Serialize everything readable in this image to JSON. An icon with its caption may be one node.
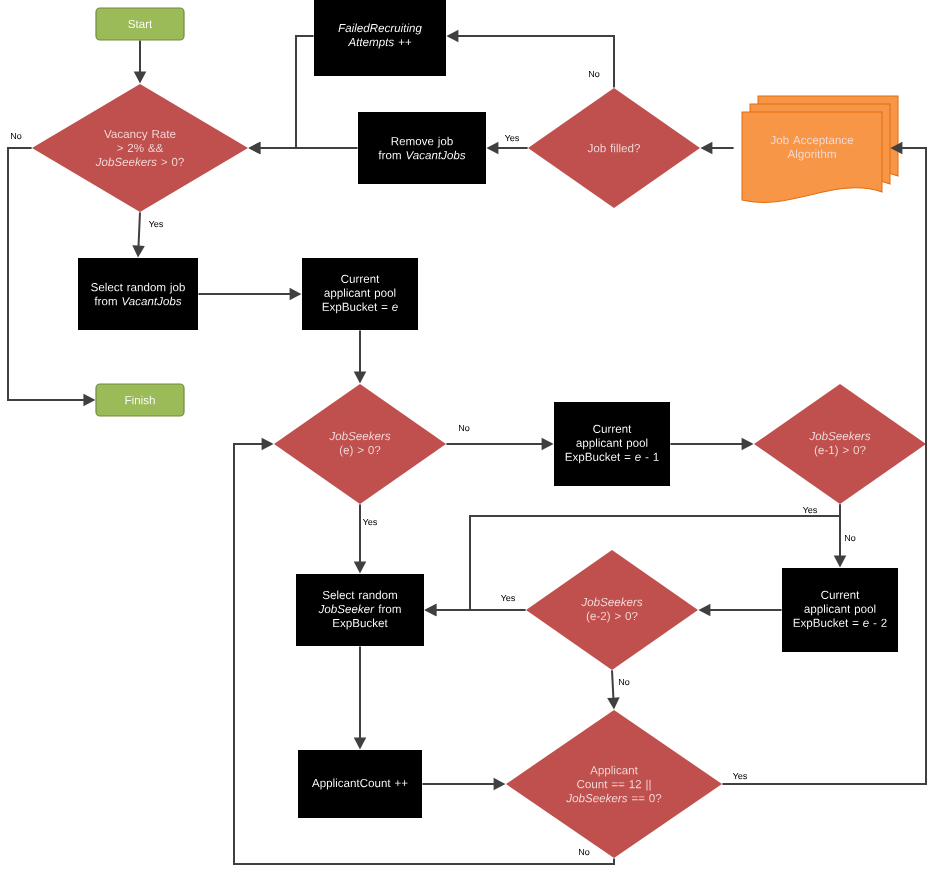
{
  "diagram": {
    "nodes": [
      {
        "text": [
          "Start"
        ]
      },
      {
        "text": [
          "Vacancy Rate > 2% && *JobSeekers* > 0?"
        ]
      },
      {
        "text": [
          "FailedRecruiting Attempts ++"
        ]
      },
      {
        "text": [
          "Remove job from *VacantJobs*"
        ]
      },
      {
        "text": [
          "Job filled?"
        ]
      },
      {
        "text": [
          "Job Acceptance Algorithm"
        ]
      },
      {
        "text": [
          "Select random job from *VacantJobs*"
        ]
      },
      {
        "text": [
          "Current applicant pool ExpBucket = *e*"
        ]
      },
      {
        "text": [
          "Finish"
        ]
      },
      {
        "text": [
          "*JobSeekers* (e) > 0?"
        ]
      },
      {
        "text": [
          "Current applicant pool ExpBucket = *e* - 1"
        ]
      },
      {
        "text": [
          "*JobSeekers* (e-1) > 0?"
        ]
      },
      {
        "text": [
          "Select random *JobSeeker* from ExpBucket"
        ]
      },
      {
        "text": [
          "*JobSeekers* (e-2) > 0?"
        ]
      },
      {
        "text": [
          "Current applicant pool ExpBucket = *e* - 2"
        ]
      },
      {
        "text": [
          "ApplicantCount ++"
        ]
      },
      {
        "text": [
          "Applicant Count == 12 || *JobSeekers* == 0?"
        ]
      }
    ],
    "edges": [
      {
        "from": 0,
        "to": 1,
        "arrow": "to"
      },
      {
        "from": 1,
        "to": 6,
        "arrow": "to",
        "label": "Yes"
      },
      {
        "from": 1,
        "to": 8,
        "arrow": "to",
        "label": "No"
      },
      {
        "from": 2,
        "to": 1,
        "arrow": "to"
      },
      {
        "from": 3,
        "to": 1,
        "arrow": "to"
      },
      {
        "from": 4,
        "to": 3,
        "arrow": "to",
        "label": "Yes"
      },
      {
        "from": 4,
        "to": 2,
        "arrow": "to",
        "label": "No"
      },
      {
        "from": 5,
        "to": 4,
        "arrow": "to"
      },
      {
        "from": 6,
        "to": 7,
        "arrow": "to"
      },
      {
        "from": 7,
        "to": 9,
        "arrow": "to"
      },
      {
        "from": 9,
        "to": 10,
        "arrow": "to",
        "label": "No"
      },
      {
        "from": 9,
        "to": 12,
        "arrow": "to",
        "label": "Yes"
      },
      {
        "from": 10,
        "to": 11,
        "arrow": "to"
      },
      {
        "from": 11,
        "to": 12,
        "arrow": "to",
        "label": "Yes"
      },
      {
        "from": 11,
        "to": 14,
        "arrow": "to",
        "label": "No"
      },
      {
        "from": 14,
        "to": 13,
        "arrow": "to"
      },
      {
        "from": 13,
        "to": 12,
        "arrow": "to",
        "label": "Yes"
      },
      {
        "from": 13,
        "to": 16,
        "arrow": "to",
        "label": "No"
      },
      {
        "from": 12,
        "to": 15,
        "arrow": "to"
      },
      {
        "from": 15,
        "to": 16,
        "arrow": "to"
      },
      {
        "from": 16,
        "to": 5,
        "arrow": "to",
        "label": "Yes"
      },
      {
        "from": 16,
        "to": 9,
        "arrow": "to",
        "label": "No"
      }
    ]
  }
}
